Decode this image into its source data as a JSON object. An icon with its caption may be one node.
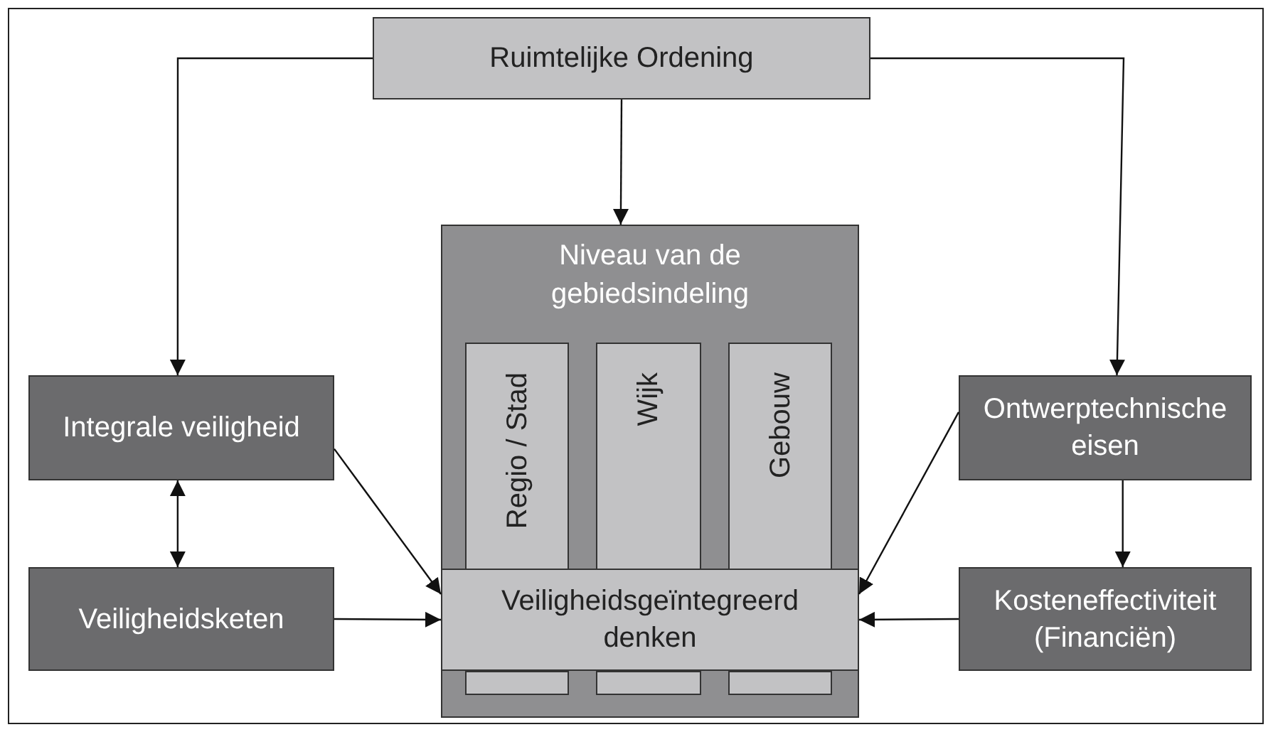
{
  "diagram": {
    "nodes": [
      {
        "text": [
          "Ruimtelijke Ordening"
        ]
      },
      {
        "text": [
          "Niveau van de gebiedsindeling"
        ]
      },
      {
        "text": [
          "Regio / Stad"
        ],
        "in": 1
      },
      {
        "text": [
          "Wijk"
        ],
        "in": 1
      },
      {
        "text": [
          "Gebouw"
        ],
        "in": 1
      },
      {
        "text": [
          "Veiligheidsgeïntegreerd denken"
        ],
        "in": 1
      },
      {
        "text": [
          "Integrale veiligheid"
        ]
      },
      {
        "text": [
          "Veiligheidsketen"
        ]
      },
      {
        "text": [
          "Ontwerptechnische eisen"
        ]
      },
      {
        "text": [
          "Kosteneffectiviteit (Financiën)"
        ]
      },
      {
        "text": [],
        "shape": "box",
        "in": 1
      },
      {
        "text": [],
        "shape": "box",
        "in": 1
      },
      {
        "text": [],
        "shape": "box",
        "in": 1
      }
    ],
    "edges": [
      {
        "from": 0,
        "to": 6,
        "arrow": "to"
      },
      {
        "from": 0,
        "to": 1,
        "arrow": "to"
      },
      {
        "from": 0,
        "to": 8,
        "arrow": "to"
      },
      {
        "from": 6,
        "to": 7,
        "arrow": "both"
      },
      {
        "from": 6,
        "to": 5,
        "arrow": "to"
      },
      {
        "from": 7,
        "to": 5,
        "arrow": "to"
      },
      {
        "from": 8,
        "to": 5,
        "arrow": "to"
      },
      {
        "from": 9,
        "to": 5,
        "arrow": "to"
      },
      {
        "from": 8,
        "to": 9,
        "arrow": "to"
      }
    ]
  }
}
